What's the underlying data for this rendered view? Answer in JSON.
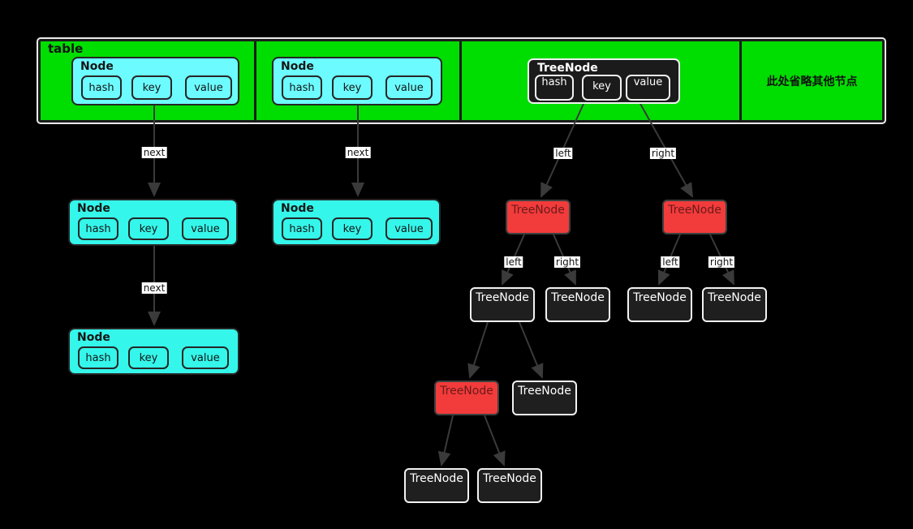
{
  "colors": {
    "background": "#000000",
    "table_green": "#00dd00",
    "node_cyan_top": "#6cfcff",
    "node_cyan_lower": "#35f6ea",
    "treenode_dark": "#1f1f1f",
    "treenode_red": "#f23b3b",
    "arrow_gray": "#3a3a3a",
    "label_bg": "#ffffff"
  },
  "table": {
    "title": "table",
    "cell1_node": {
      "title": "Node",
      "fields": [
        "hash",
        "key",
        "value"
      ]
    },
    "cell2_node": {
      "title": "Node",
      "fields": [
        "hash",
        "key",
        "value"
      ]
    },
    "cell3_treenode": {
      "title": "TreeNode",
      "fields": [
        "hash",
        "key",
        "value"
      ]
    },
    "cell4_note": "此处省略其他节点"
  },
  "edge_labels": {
    "next": "next",
    "left": "left",
    "right": "right"
  },
  "bucket0_chain": {
    "node1": {
      "title": "Node",
      "fields": [
        "hash",
        "key",
        "value"
      ]
    },
    "node2": {
      "title": "Node",
      "fields": [
        "hash",
        "key",
        "value"
      ]
    }
  },
  "bucket1_chain": {
    "node1": {
      "title": "Node",
      "fields": [
        "hash",
        "key",
        "value"
      ]
    }
  },
  "tree": {
    "left": {
      "label": "TreeNode",
      "color": "red"
    },
    "right": {
      "label": "TreeNode",
      "color": "red"
    },
    "left_left": {
      "label": "TreeNode",
      "color": "black"
    },
    "left_right": {
      "label": "TreeNode",
      "color": "black"
    },
    "right_left": {
      "label": "TreeNode",
      "color": "black"
    },
    "right_right": {
      "label": "TreeNode",
      "color": "black"
    },
    "ll_left": {
      "label": "TreeNode",
      "color": "red"
    },
    "ll_right": {
      "label": "TreeNode",
      "color": "black"
    },
    "lll_left": {
      "label": "TreeNode",
      "color": "black"
    },
    "lll_right": {
      "label": "TreeNode",
      "color": "black"
    }
  }
}
